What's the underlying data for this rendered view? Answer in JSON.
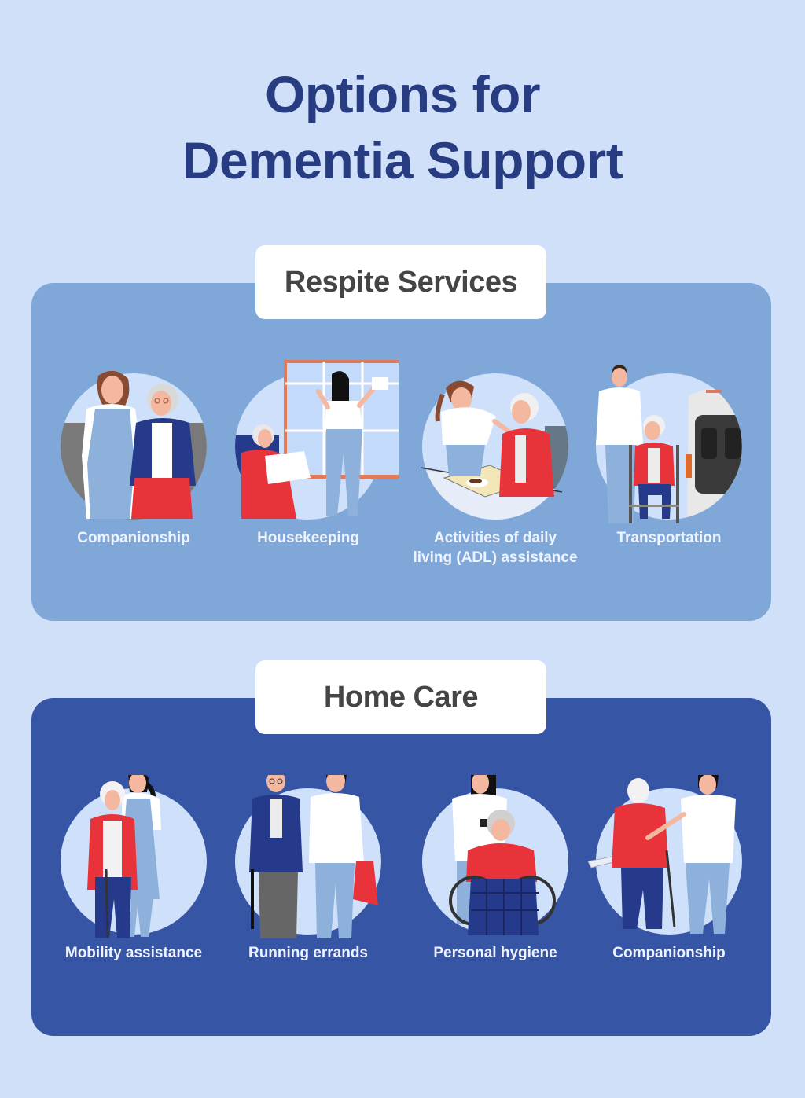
{
  "title": {
    "line1": "Options for",
    "line2": "Dementia Support"
  },
  "colors": {
    "background": "#d0e0f8",
    "title": "#283c82",
    "respite_panel": "#7fa8d8",
    "home_panel": "#3755a5",
    "tab_background": "#ffffff",
    "tab_text": "#454545",
    "label_text": "#eef3ff",
    "circle": "#cfe0fa"
  },
  "sections": [
    {
      "heading": "Respite Services",
      "items": [
        {
          "label": "Companionship",
          "icon": "caregiver-with-seated-elder-illustration"
        },
        {
          "label": "Housekeeping",
          "icon": "cleaning-window-illustration"
        },
        {
          "label": "Activities of daily living (ADL) assistance",
          "label_line1": "Activities of daily",
          "label_line2": "living (ADL) assistance",
          "icon": "meal-assistance-illustration"
        },
        {
          "label": "Transportation",
          "icon": "wheelchair-van-illustration"
        }
      ]
    },
    {
      "heading": "Home Care",
      "items": [
        {
          "label": "Mobility assistance",
          "icon": "walking-support-illustration"
        },
        {
          "label": "Running errands",
          "icon": "shopping-walk-illustration"
        },
        {
          "label": "Personal hygiene",
          "icon": "hair-brushing-illustration"
        },
        {
          "label": "Companionship",
          "icon": "walking-together-illustration"
        }
      ]
    }
  ]
}
